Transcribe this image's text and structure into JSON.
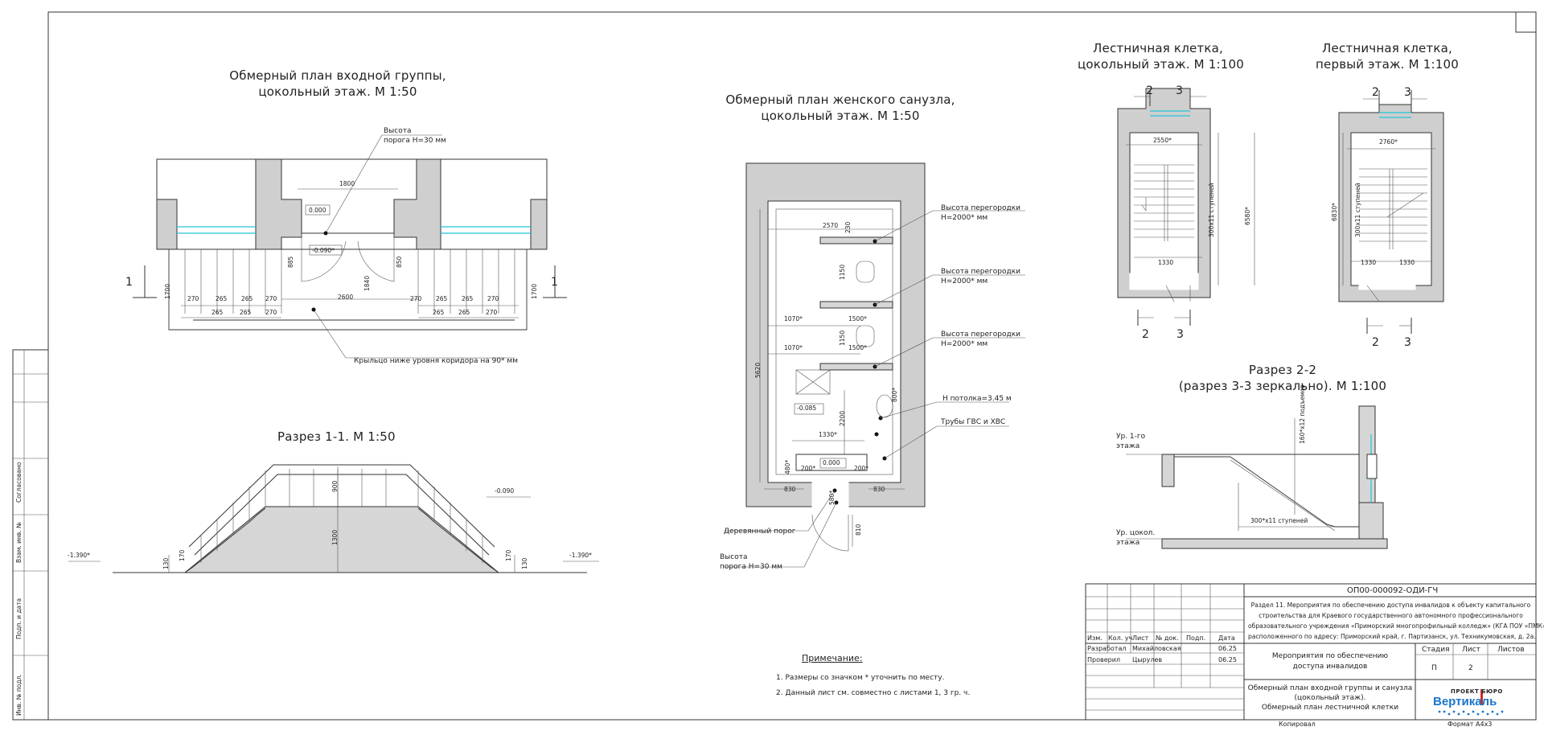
{
  "titles": {
    "entry_plan": [
      "Обмерный план входной группы,",
      "цокольный этаж. М 1:50"
    ],
    "section_11": "Разрез 1-1. М 1:50",
    "wc_plan": [
      "Обмерный план женского санузла,",
      "цокольный этаж. М 1:50"
    ],
    "stair_basement": [
      "Лестничная клетка,",
      "цокольный этаж. М 1:100"
    ],
    "stair_first": [
      "Лестничная клетка,",
      "первый этаж. М 1:100"
    ],
    "section_22": [
      "Разрез 2-2",
      "(разрез 3-3 зеркально). М 1:100"
    ]
  },
  "entry_labels": {
    "threshold": [
      "Высота",
      "порога Н=30 мм"
    ],
    "porch": "Крыльцо ниже уровня коридора на 90* мм",
    "level_000": "0.000",
    "level_090": "-0.090*",
    "dims": [
      "1800",
      "2600",
      "1700",
      "1700",
      "885",
      "850",
      "1840",
      "270",
      "265",
      "265",
      "270",
      "265",
      "265",
      "270",
      "270",
      "265",
      "265",
      "270",
      "265",
      "265",
      "270"
    ],
    "cut_marks": [
      "1",
      "1"
    ]
  },
  "section_labels": {
    "left_level": "-1.390*",
    "right_level": "-1.390*",
    "top_level": "-0.090",
    "dims": [
      "900",
      "1300",
      "130",
      "170",
      "130",
      "170"
    ]
  },
  "wc_labels": {
    "partition": [
      "Высота перегородки",
      "Н=2000* мм"
    ],
    "ceiling": "Н потолка=3.45 м",
    "pipes": "Трубы ГВС и ХВС",
    "wood_threshold": "Деревянный порог",
    "threshold": [
      "Высота",
      "порога Н=30 мм"
    ],
    "level_085": "-0.085",
    "level_000": "0.000",
    "dims": [
      "2570",
      "1070*",
      "1500*",
      "1070*",
      "1500*",
      "1330*",
      "5620",
      "2200",
      "1150",
      "1150",
      "830",
      "830",
      "200*",
      "200*",
      "810",
      "800*",
      "480*",
      "580*",
      "230"
    ]
  },
  "stair_labels": {
    "basement": {
      "width": "2550*",
      "landing": "1330",
      "flight": "300x11 ступеней",
      "length": "6580*",
      "marks": [
        "2",
        "3",
        "2",
        "3"
      ]
    },
    "first": {
      "width": "2760*",
      "landings": [
        "1330",
        "1330"
      ],
      "flight": "300x11 ступеней",
      "length": "6830*",
      "marks": [
        "2",
        "3",
        "2",
        "3"
      ]
    }
  },
  "section22_labels": {
    "floor1": [
      "Ур. 1-го",
      "этажа"
    ],
    "basement": [
      "Ур. цокол.",
      "этажа"
    ],
    "steps": "300*x11 ступеней",
    "rise": "160*x12 подъемов"
  },
  "notes": {
    "heading": "Примечание:",
    "items": [
      "1. Размеры со значком * уточнить по месту.",
      "2. Данный лист см. совместно с листами 1, 3 гр. ч."
    ]
  },
  "side_stamp": [
    "Согласовано",
    "Взам. инв. №",
    "Подп. и дата",
    "Инв. № подл."
  ],
  "title_block": {
    "code": "ОП00-000092-ОДИ-ГЧ",
    "description": [
      "Раздел 11. Мероприятия по обеспечению доступа инвалидов к объекту капитального",
      "строительства для Краевого государственного автономного профессионального",
      "образовательного учреждения «Приморский многопрофильный колледж» (КГА ПОУ «ПМК»)",
      "расположенного по адресу: Приморский край, г. Партизанск, ул. Техникумовская, д. 2а."
    ],
    "headers": [
      "Изм.",
      "Кол. уч",
      "Лист",
      "№ док.",
      "Подп.",
      "Дата"
    ],
    "rows": [
      {
        "role": "Разработал",
        "name": "Михайловская",
        "date": "06.25"
      },
      {
        "role": "Проверил",
        "name": "Цырулев",
        "date": "06.25"
      }
    ],
    "object": [
      "Мероприятия по обеспечению",
      "доступа инвалидов"
    ],
    "stage_headers": [
      "Стадия",
      "Лист",
      "Листов"
    ],
    "stage_values": [
      "П",
      "2",
      ""
    ],
    "sheet_title": [
      "Обмерный план входной группы и санузла",
      "(цокольный этаж).",
      "Обмерный план лестничной клетки"
    ],
    "logo_top": "ПРОЕКТ БЮРО",
    "logo_main": "Вертикаль",
    "copied": "Копировал",
    "format": "Формат А4х3"
  }
}
